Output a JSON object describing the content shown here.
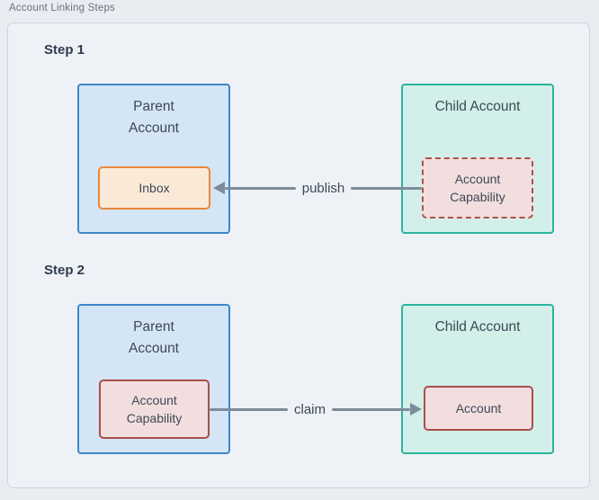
{
  "page": {
    "frame_label": "Account Linking Steps"
  },
  "steps": [
    {
      "heading": "Step 1",
      "parent": {
        "title": "Parent Account",
        "inner": "Inbox"
      },
      "child": {
        "title": "Child Account",
        "inner": "Account Capability",
        "inner_style": "dashed"
      },
      "arrow": {
        "label": "publish",
        "direction": "left",
        "from": "child.inner",
        "to": "parent.inner"
      }
    },
    {
      "heading": "Step 2",
      "parent": {
        "title": "Parent Account",
        "inner": "Account Capability"
      },
      "child": {
        "title": "Child Account",
        "inner": "Account"
      },
      "arrow": {
        "label": "claim",
        "direction": "right",
        "from": "parent.inner",
        "to": "child.inner"
      }
    }
  ],
  "colors": {
    "page_background": "#e9edf2",
    "frame_background": "#eef1f6",
    "frame_border": "#ccd5de",
    "parent_fill": "#d4e5f6",
    "parent_border": "#3e87c8",
    "child_fill": "#d3efe9",
    "child_border": "#2cb4a0",
    "inbox_fill": "#fbe9d8",
    "inbox_border": "#e8883d",
    "capability_fill": "#f2dede",
    "capability_border": "#a84f4b",
    "arrow": "#7d8b9a",
    "text": "#3c4958"
  }
}
